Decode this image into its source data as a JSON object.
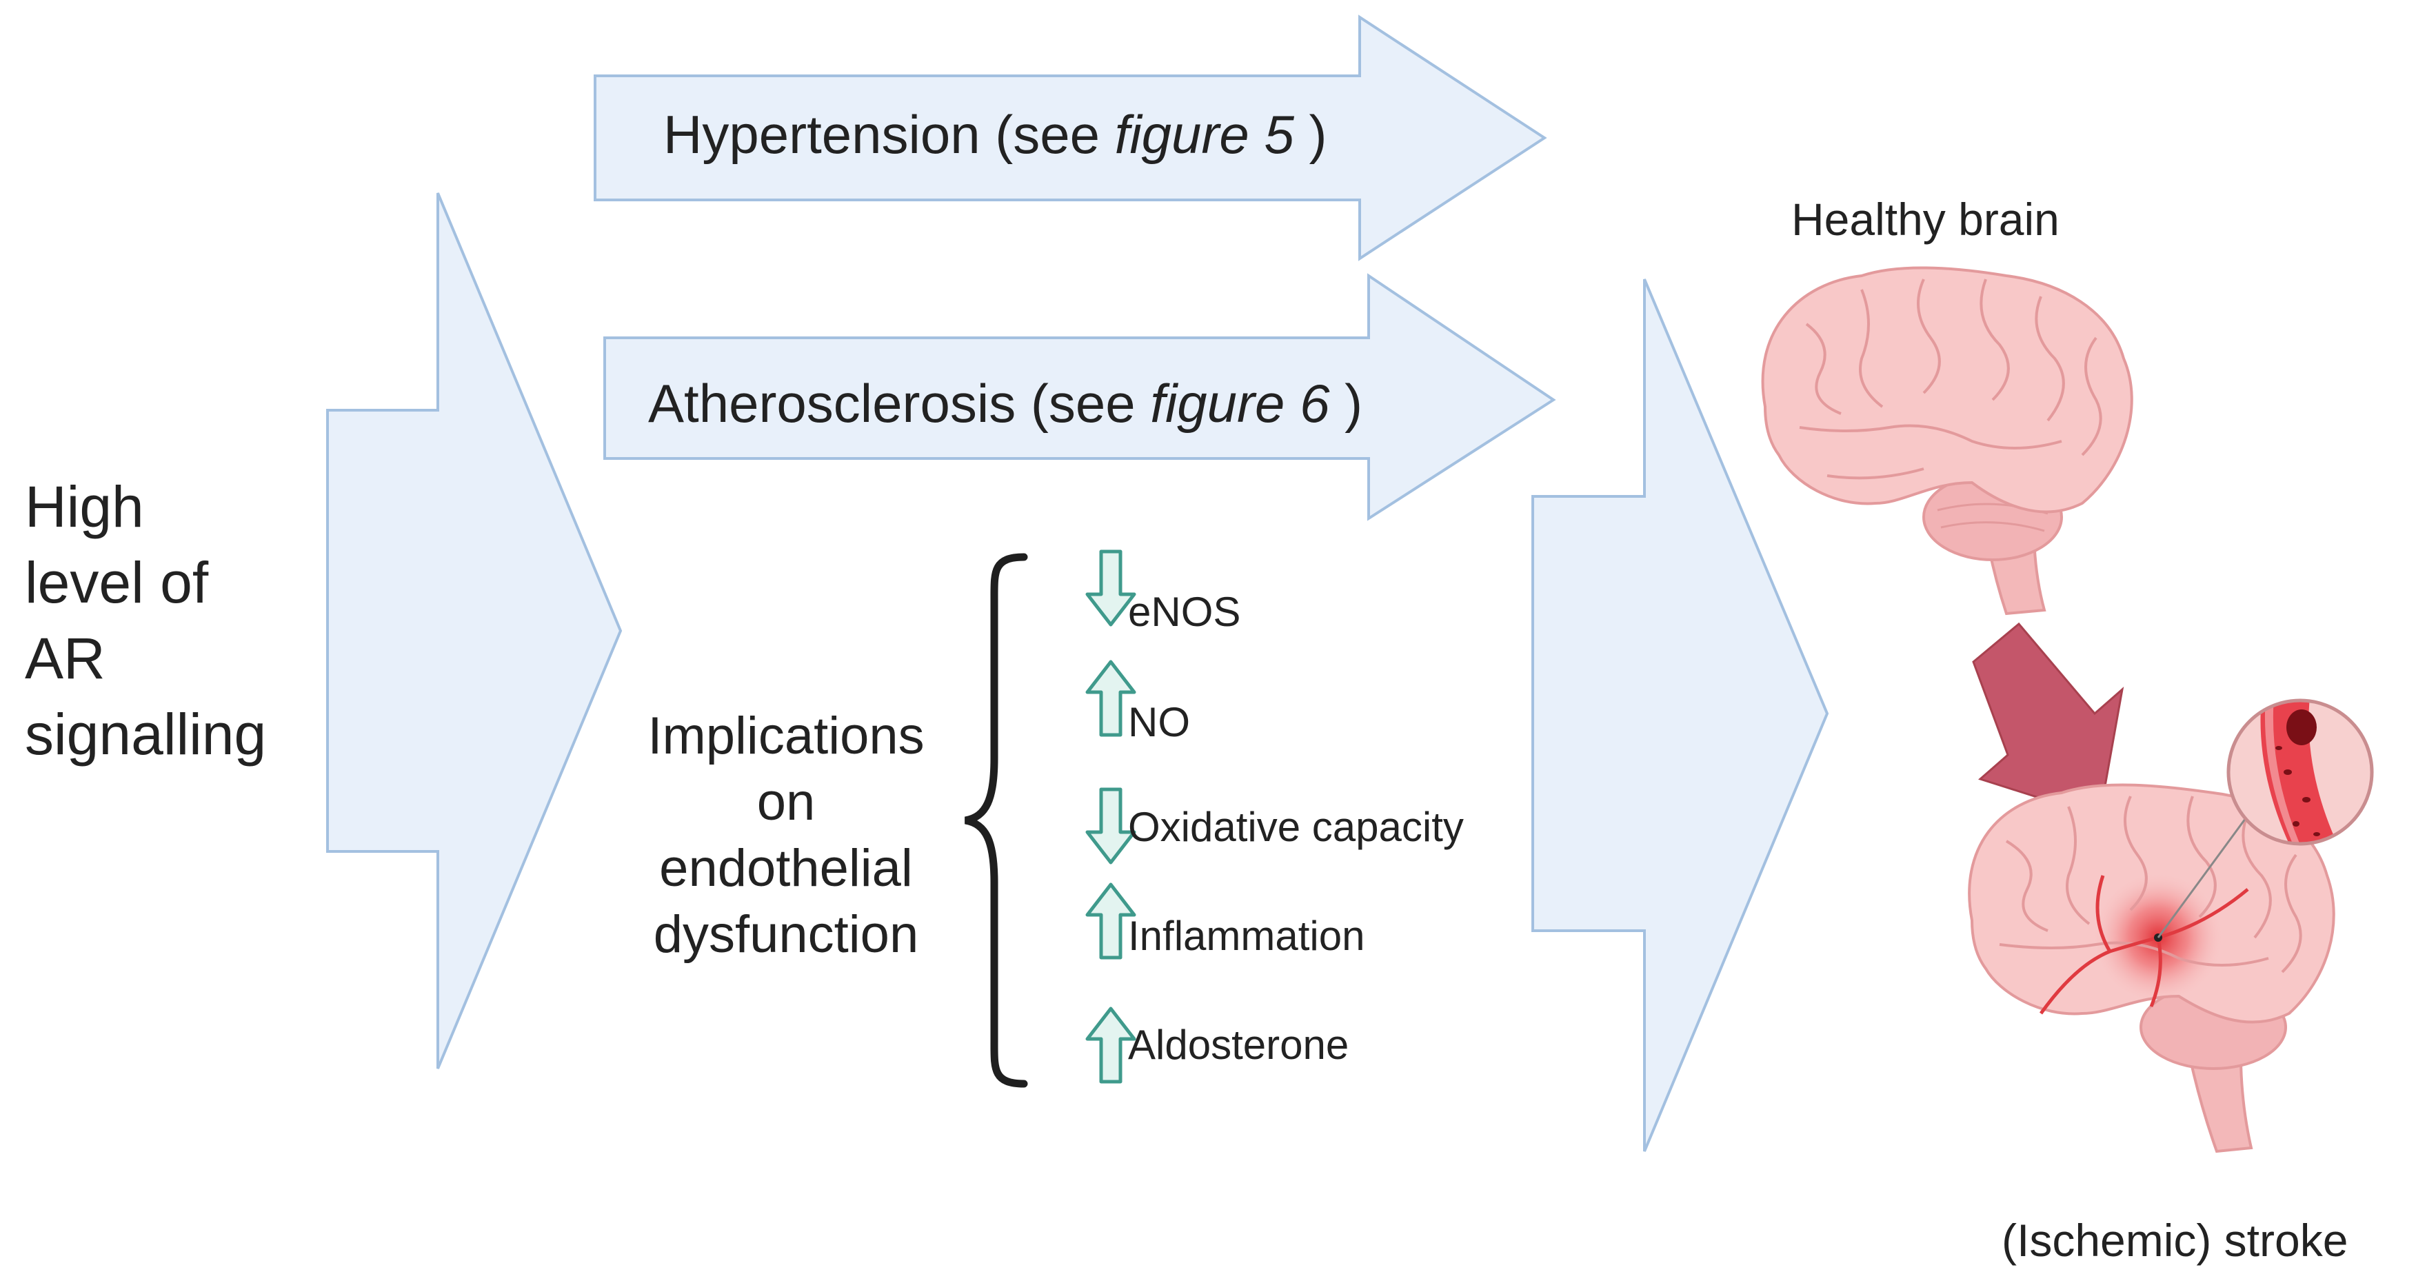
{
  "colors": {
    "arrow_fill": "#e8f0fa",
    "arrow_stroke": "#a3c0e0",
    "indicator_fill": "#e3f4f0",
    "indicator_stroke": "#3f9a8c",
    "red_arrow": "#c4566a",
    "brain_pink": "#f6c4c4",
    "brain_outline": "#e39a9c",
    "text": "#222222"
  },
  "cause": {
    "lines": [
      "High",
      "level of",
      "AR",
      "signalling"
    ]
  },
  "pathways": [
    {
      "prefix": "Hypertension (see ",
      "ref": "figure 5",
      "suffix": " )"
    },
    {
      "prefix": "Atherosclerosis (see ",
      "ref": "figure 6",
      "suffix": " )"
    }
  ],
  "endothelial": {
    "title_lines": [
      "Implications",
      "on",
      "endothelial",
      "dysfunction"
    ],
    "effects": [
      {
        "label": "eNOS",
        "direction": "down",
        "icon": "arrow-down-icon"
      },
      {
        "label": "NO",
        "direction": "up",
        "icon": "arrow-up-icon"
      },
      {
        "label": "Oxidative capacity",
        "direction": "down",
        "icon": "arrow-down-icon"
      },
      {
        "label": "Inflammation",
        "direction": "up",
        "icon": "arrow-up-icon"
      },
      {
        "label": "Aldosterone",
        "direction": "up",
        "icon": "arrow-up-icon"
      }
    ]
  },
  "outcome": {
    "healthy_label": "Healthy brain",
    "stroke_label": "(Ischemic) stroke",
    "healthy_icon": "brain-icon",
    "stroke_icon": "stroke-brain-icon",
    "vessel_icon": "blood-clot-vessel-icon",
    "transition_icon": "red-arrow-down-right-icon"
  }
}
